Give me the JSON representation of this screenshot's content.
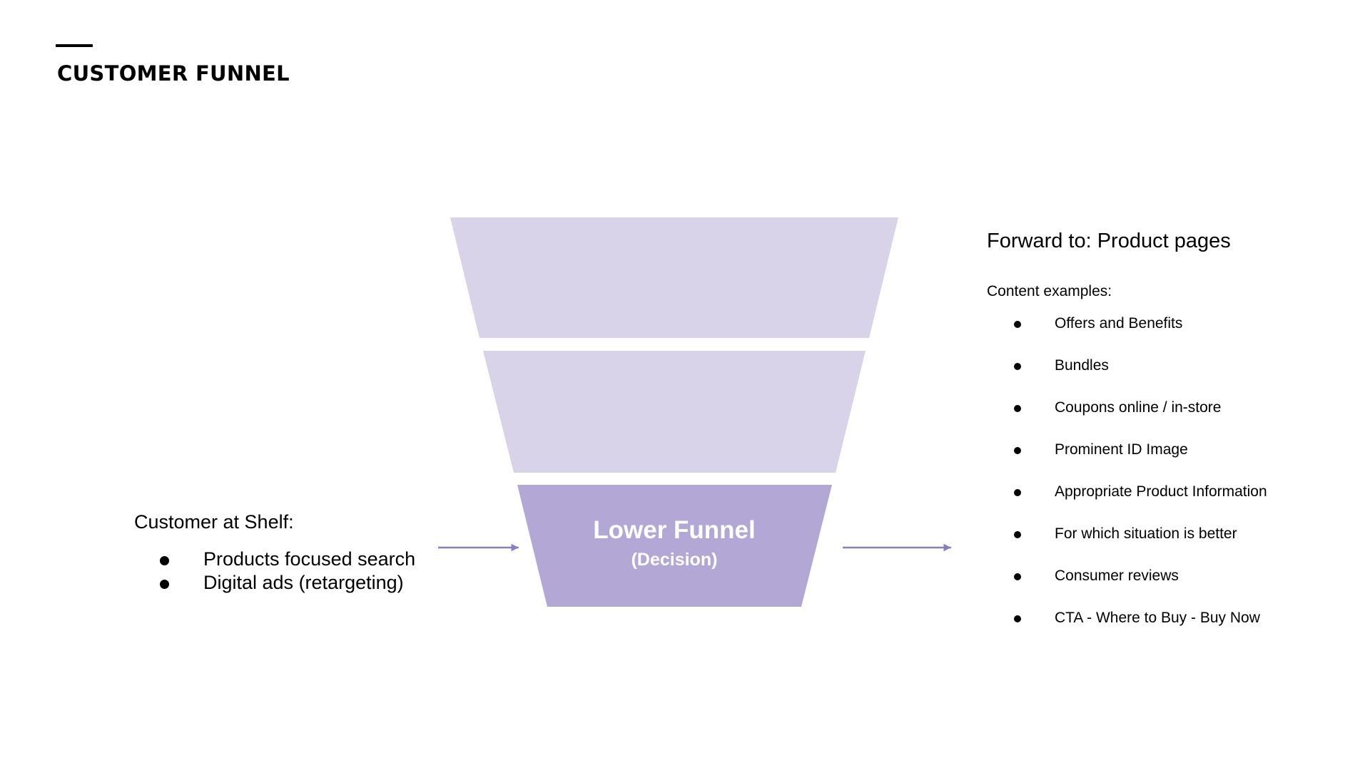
{
  "slide": {
    "title": "CUSTOMER FUNNEL"
  },
  "funnel": {
    "colors": {
      "upper": "#d9d3e9",
      "middle": "#d9d3e9",
      "lower": "#b3a7d5",
      "arrow": "#8c7dc0"
    },
    "stages": [
      {
        "id": "upper",
        "label": "",
        "sublabel": "",
        "highlighted": false
      },
      {
        "id": "middle",
        "label": "",
        "sublabel": "",
        "highlighted": false
      },
      {
        "id": "lower",
        "label": "Lower Funnel",
        "sublabel": "(Decision)",
        "highlighted": true
      }
    ]
  },
  "input": {
    "heading": "Customer at Shelf:",
    "items": [
      "Products focused search",
      "Digital ads (retargeting)"
    ]
  },
  "output": {
    "heading": "Forward to: Product pages",
    "subheading": "Content examples:",
    "items": [
      "Offers and Benefits",
      "Bundles",
      "Coupons online / in-store",
      "Prominent ID Image",
      "Appropriate Product Information",
      "For which situation is better",
      "Consumer reviews",
      "CTA - Where to Buy - Buy Now"
    ]
  }
}
